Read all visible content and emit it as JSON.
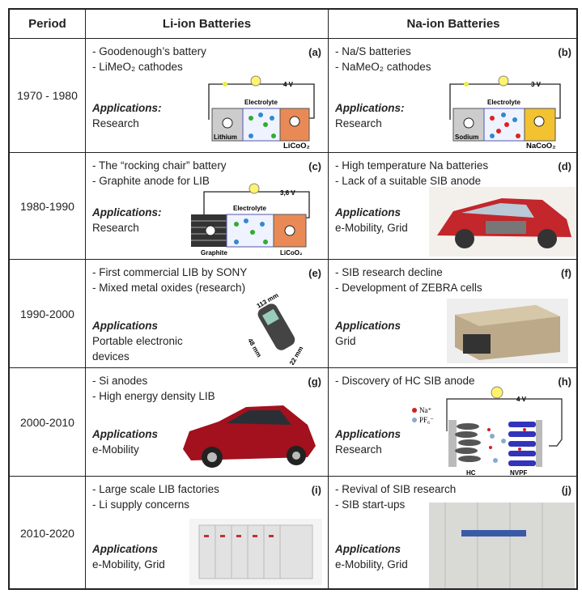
{
  "headers": {
    "period": "Period",
    "li": "Li-ion Batteries",
    "na": "Na-ion Batteries"
  },
  "rows": [
    {
      "period": "1970 - 1980",
      "li": {
        "bullets": [
          "- Goodenough’s battery",
          "- LiMeO₂ cathodes"
        ],
        "label": "(a)",
        "apps_heading": "Applications:",
        "apps": "Research",
        "fig": {
          "voltage": "4 V",
          "electrolyte": "Electrolyte",
          "anode": "Lithium",
          "cathode": "LiCoO₂"
        }
      },
      "na": {
        "bullets": [
          "- Na/S batteries",
          "- NaMeO₂ cathodes"
        ],
        "label": "(b)",
        "apps_heading": "Applications:",
        "apps": "Research",
        "fig": {
          "voltage": "3 V",
          "electrolyte": "Electrolyte",
          "anode": "Sodium",
          "cathode": "NaCoO₂"
        }
      }
    },
    {
      "period": "1980-1990",
      "li": {
        "bullets": [
          "- The “rocking chair” battery",
          "- Graphite anode for LIB"
        ],
        "label": "(c)",
        "apps_heading": "Applications:",
        "apps": "Research",
        "fig": {
          "voltage": "3,6 V",
          "electrolyte": "Electrolyte",
          "anode": "Graphite",
          "cathode": "LiCoO₂"
        }
      },
      "na": {
        "bullets": [
          "- High temperature Na batteries",
          "- Lack of a suitable SIB anode"
        ],
        "label": "(d)",
        "apps_heading": "Applications",
        "apps": "e-Mobility, Grid"
      }
    },
    {
      "period": "1990-2000",
      "li": {
        "bullets": [
          "- First commercial LIB by SONY",
          "- Mixed metal oxides (research)"
        ],
        "label": "(e)",
        "apps_heading": "Applications",
        "apps": "Portable electronic devices",
        "fig": {
          "dim1": "113 mm",
          "dim2": "48 mm",
          "dim3": "22 mm"
        }
      },
      "na": {
        "bullets": [
          "- SIB research decline",
          "- Development of ZEBRA cells"
        ],
        "label": "(f)",
        "apps_heading": "Applications",
        "apps": "Grid"
      }
    },
    {
      "period": "2000-2010",
      "li": {
        "bullets": [
          "- Si anodes",
          "- High energy density LIB"
        ],
        "label": "(g)",
        "apps_heading": "Applications",
        "apps": " e-Mobility"
      },
      "na": {
        "bullets": [
          "- Discovery of HC SIB anode"
        ],
        "label": "(h)",
        "apps_heading": "Applications",
        "apps": "Research",
        "fig": {
          "voltage": "4 V",
          "ion1": "Na⁺",
          "ion2": "PF₆⁻",
          "anode": "HC",
          "cathode": "NVPF"
        }
      }
    },
    {
      "period": "2010-2020",
      "li": {
        "bullets": [
          "- Large scale LIB factories",
          "- Li supply concerns"
        ],
        "label": "(i)",
        "apps_heading": "Applications",
        "apps": "e-Mobility, Grid"
      },
      "na": {
        "bullets": [
          "- Revival of SIB research",
          "- SIB start-ups"
        ],
        "label": "(j)",
        "apps_heading": "Applications",
        "apps": "e-Mobility, Grid"
      }
    }
  ]
}
